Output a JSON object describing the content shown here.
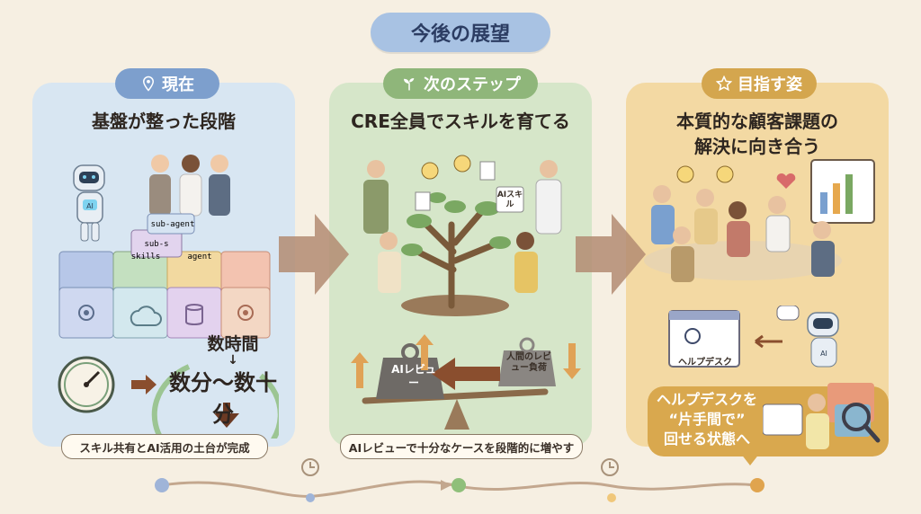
{
  "header": {
    "title": "今後の展望"
  },
  "panels": {
    "current": {
      "tag": "現在",
      "heading": "基盤が整った段階",
      "time_from": "数時間",
      "time_arrow": "↓",
      "time_to": "数分〜数十分",
      "blocks": [
        "sub-agent",
        "skills",
        "sub-s",
        "agent"
      ],
      "caption": "スキル共有とAI活用の土台が完成",
      "accent": "#7d9fcd"
    },
    "next": {
      "tag": "次のステップ",
      "heading": "CRE全員でスキルを育てる",
      "tree_label": "AIスキル",
      "weight_big": "AIレビュー",
      "weight_small": "人間のレビュー負荷",
      "caption": "AIレビューで十分なケースを段階的に増やす",
      "accent": "#8fb67a"
    },
    "goal": {
      "tag": "目指す姿",
      "heading_line1": "本質的な顧客課題の",
      "heading_line2": "解決に向き合う",
      "helpdesk_screen": "ヘルプデスク",
      "card_line1": "ヘルプデスクを",
      "card_line2": "“片手間で”",
      "card_line3": "回せる状態へ",
      "accent": "#d4a64e"
    }
  },
  "icons": [
    "map-pin-icon",
    "sprout-icon",
    "star-icon",
    "clock-icon",
    "arrow-right-icon",
    "robot-icon",
    "lightbulb-icon",
    "document-icon",
    "magnifier-icon",
    "puzzle-icon"
  ]
}
